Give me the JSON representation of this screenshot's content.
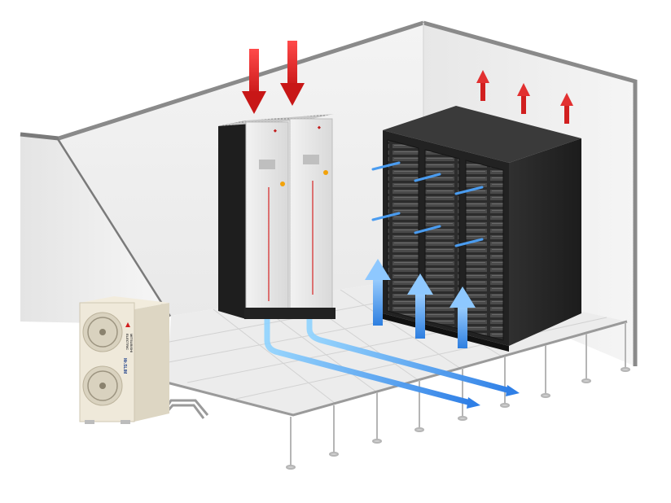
{
  "scene": {
    "subject": "data-center-cooling-airflow",
    "outdoor_unit": {
      "brand_text": [
        "MITSUBISHI",
        "ELECTRIC"
      ],
      "model_text": "Mr.SLIM"
    },
    "crac_units": {
      "count": 2
    },
    "server_racks": {
      "count": 3
    },
    "airflow": {
      "hot_air_color": "#e0262b",
      "cool_air_color": "#3a8fe8",
      "supply_arrows_up": 3,
      "intake_arrows_down": 2,
      "exhaust_arrows_up": 3,
      "rack_intake_arrows": 6,
      "underfloor_streams": 2
    },
    "colors": {
      "wall": "#efefef",
      "floor": "#e6e6e6",
      "rack": "#2a2a2a",
      "crac_front": "#e2e2e2",
      "crac_side": "#1f1f1f",
      "outdoor_unit": "#ece6d6"
    }
  }
}
